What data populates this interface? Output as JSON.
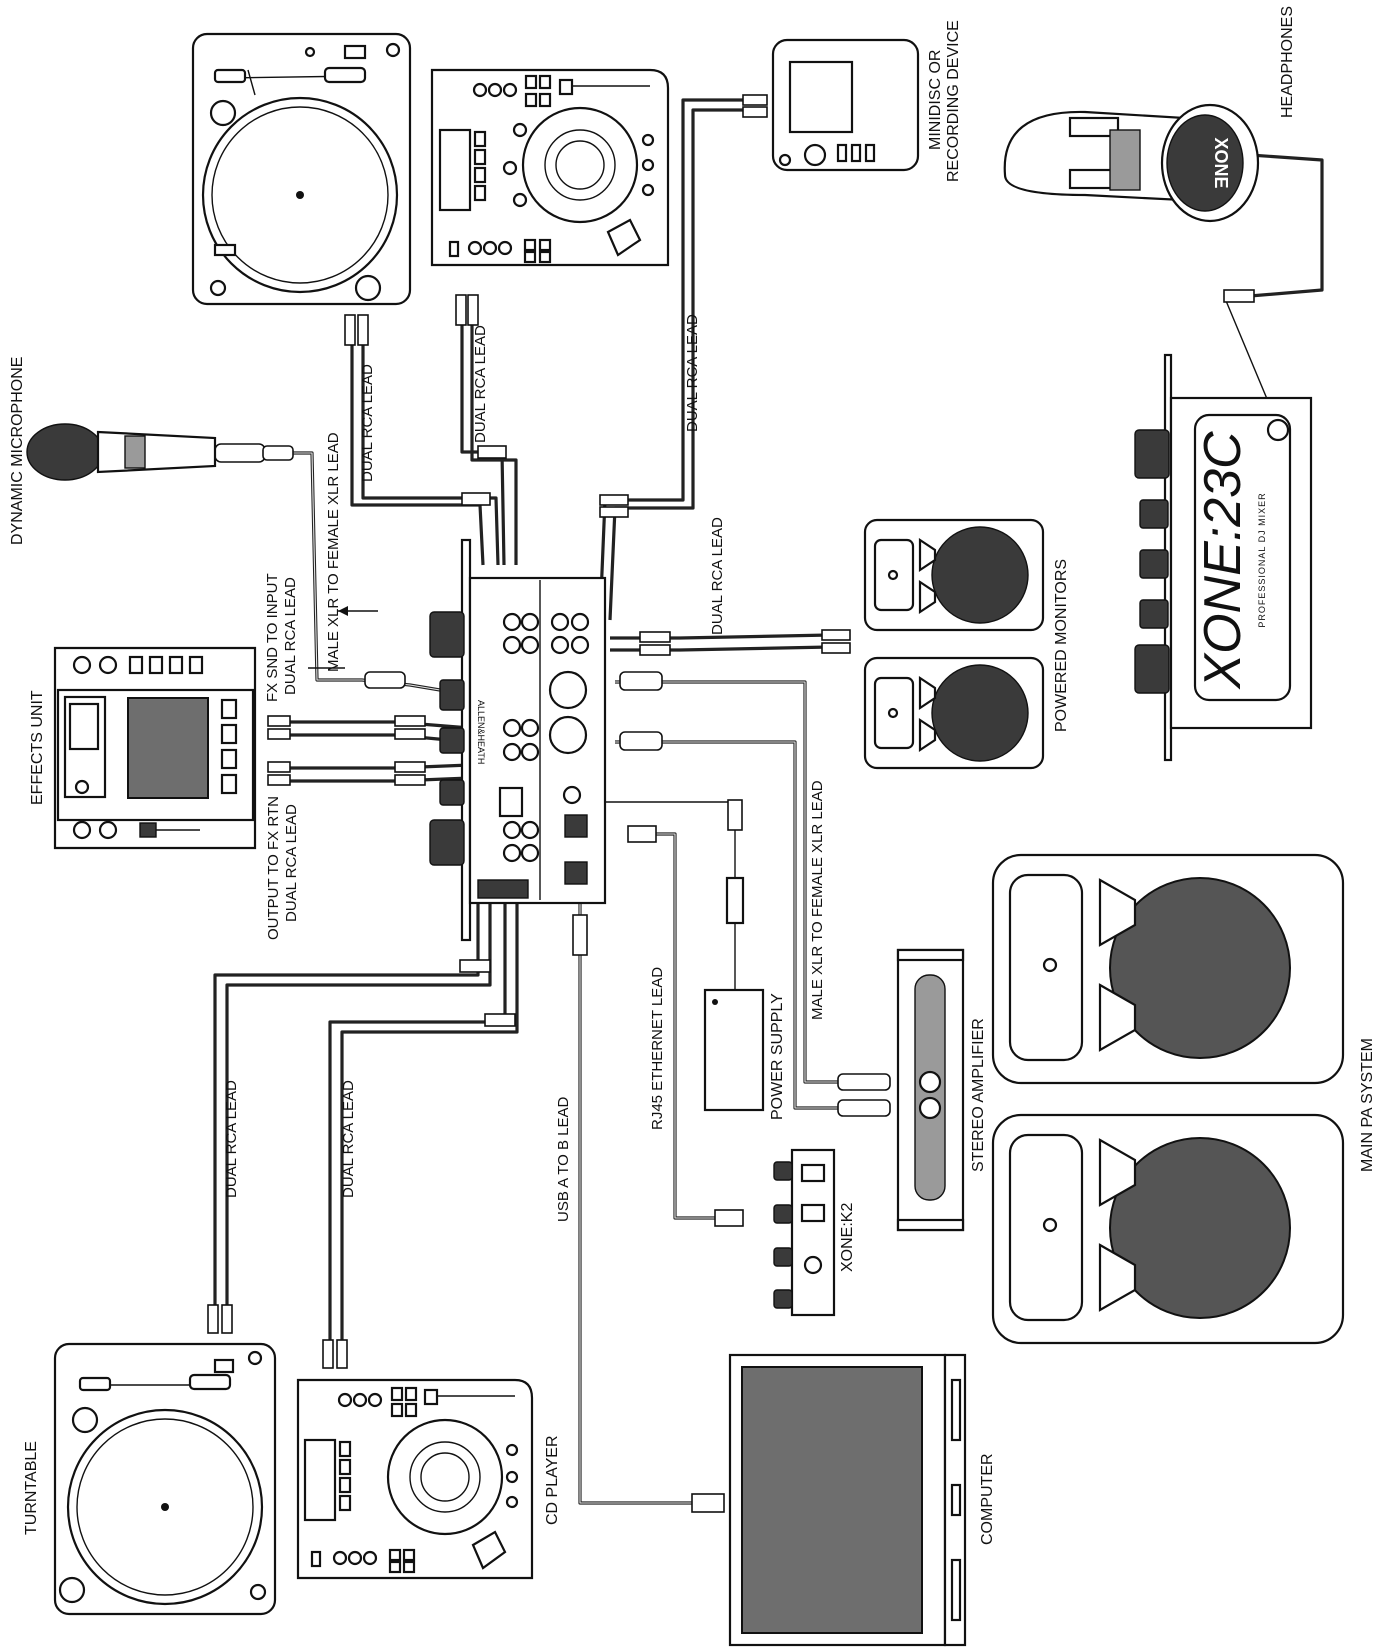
{
  "labels": {
    "dynamic_microphone": "DYNAMIC MICROPHONE",
    "effects_unit": "EFFECTS UNIT",
    "fx_snd": "FX SND TO INPUT",
    "fx_snd_lead": "DUAL RCA LEAD",
    "fx_rtn": "OUTPUT TO FX RTN",
    "fx_rtn_lead": "DUAL RCA LEAD",
    "mic_lead": "MALE XLR TO FEMALE XLR LEAD",
    "turntable_top_lead": "DUAL RCA LEAD",
    "cd_top_lead": "DUAL RCA LEAD",
    "minidisc_lead": "DUAL RCA LEAD",
    "minidisc_1": "MINIDISC OR",
    "minidisc_2": "RECORDING DEVICE",
    "headphones": "HEADPHONES",
    "monitors_lead": "DUAL RCA LEAD",
    "powered_monitors": "POWERED MONITORS",
    "xlr_amp_lead": "MALE XLR TO FEMALE XLR LEAD",
    "power_supply": "POWER SUPPLY",
    "rj45_lead": "RJ45 ETHERNET LEAD",
    "usb_lead": "USB A TO B LEAD",
    "turntable_bottom_lead": "DUAL RCA LEAD",
    "cd_bottom_lead": "DUAL RCA LEAD",
    "stereo_amplifier": "STEREO AMPLIFIER",
    "main_pa": "MAIN PA SYSTEM",
    "xone_k2": "XONE:K2",
    "turntable": "TURNTABLE",
    "cd_player": "CD PLAYER",
    "computer": "COMPUTER"
  },
  "branding": {
    "mixer_logo": "XONE:23C",
    "mixer_subtitle": "PROFESSIONAL DJ MIXER",
    "headphone_logo": "XONE",
    "mixer_top_logo": "ALLEN&HEATH"
  }
}
